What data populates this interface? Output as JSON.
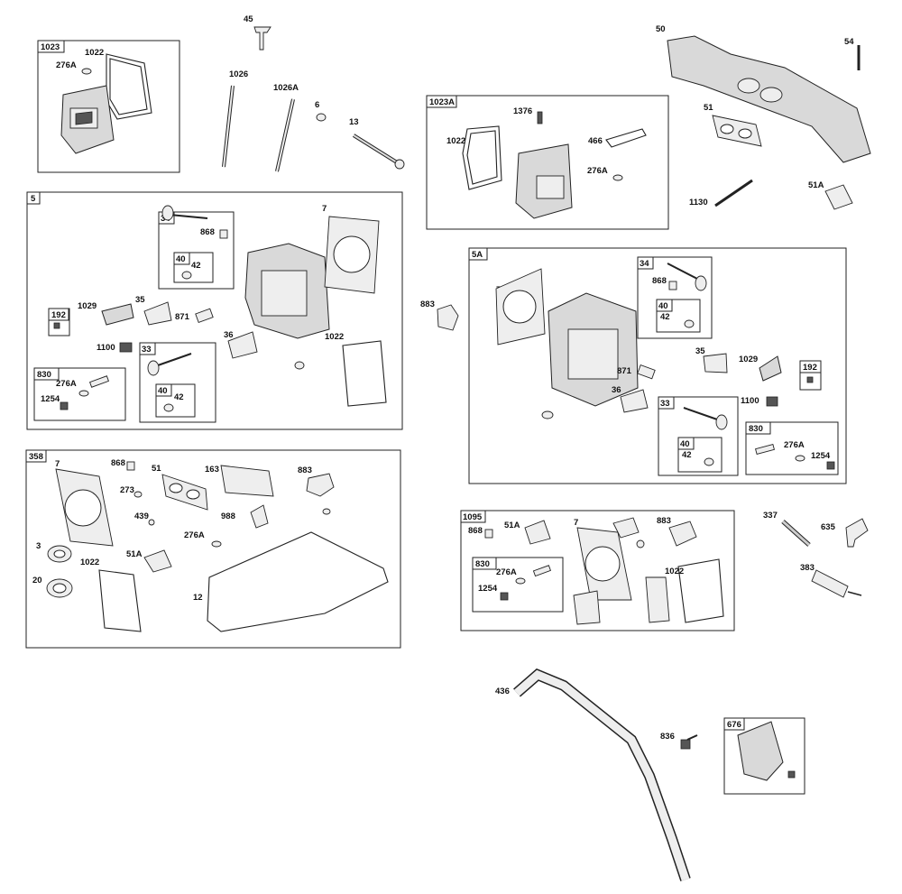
{
  "kits": {
    "k1023": "1023",
    "k1023a": "1023A",
    "k5": "5",
    "k5a": "5A",
    "k358": "358",
    "k1095": "1095",
    "k676": "676",
    "k34": "34",
    "k40": "40",
    "k33": "33",
    "k830": "830",
    "k192": "192"
  },
  "labels": {
    "p45": "45",
    "p1026": "1026",
    "p1026a": "1026A",
    "p6": "6",
    "p13": "13",
    "p1022": "1022",
    "p276a": "276A",
    "p1376": "1376",
    "p466": "466",
    "p50": "50",
    "p54": "54",
    "p51": "51",
    "p51a": "51A",
    "p1130": "1130",
    "p868": "868",
    "p42": "42",
    "p7": "7",
    "p1029": "1029",
    "p35": "35",
    "p871": "871",
    "p1100": "1100",
    "p36": "36",
    "p1254": "1254",
    "p883": "883",
    "p273": "273",
    "p163": "163",
    "p439": "439",
    "p988": "988",
    "p3": "3",
    "p20": "20",
    "p12": "12",
    "p337": "337",
    "p635": "635",
    "p383": "383",
    "p436": "436",
    "p836": "836"
  }
}
